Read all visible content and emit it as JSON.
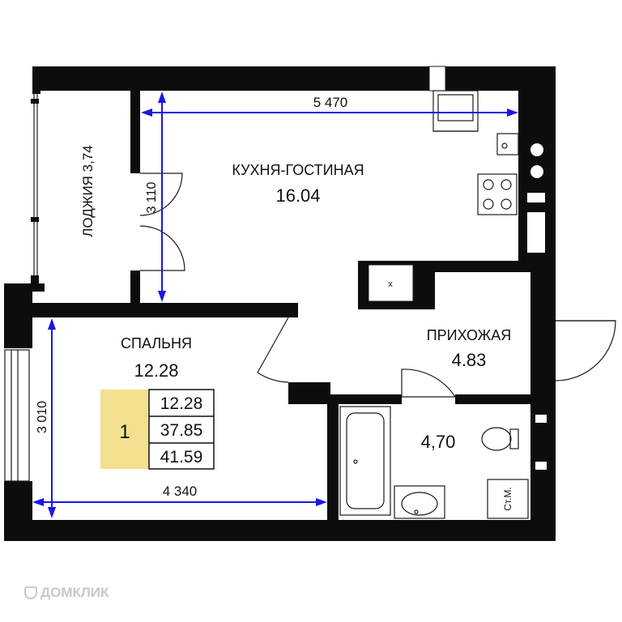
{
  "rooms": {
    "kitchen_living": {
      "name": "КУХНЯ-ГОСТИНАЯ",
      "area": "16.04"
    },
    "loggia": {
      "label": "ЛОДЖИЯ 3,74"
    },
    "bedroom": {
      "name": "СПАЛЬНЯ",
      "area": "12.28"
    },
    "hallway": {
      "name": "ПРИХОЖАЯ",
      "area": "4.83"
    },
    "bathroom": {
      "area": "4,70"
    },
    "washer": {
      "label": "Ст.М."
    },
    "fridge": {
      "label": "x"
    }
  },
  "dimensions": {
    "kitchen_width": "5 470",
    "kitchen_depth": "3 110",
    "bedroom_depth": "3 010",
    "bedroom_width": "4 340"
  },
  "summary": {
    "rooms_count": "1",
    "living_area": "12.28",
    "total_area_excl": "37.85",
    "total_area": "41.59"
  },
  "watermark": "ДОМКЛИК",
  "colors": {
    "wall": "#0d0d0d",
    "dimension": "#1717e6",
    "badge": "#f2e08e"
  }
}
